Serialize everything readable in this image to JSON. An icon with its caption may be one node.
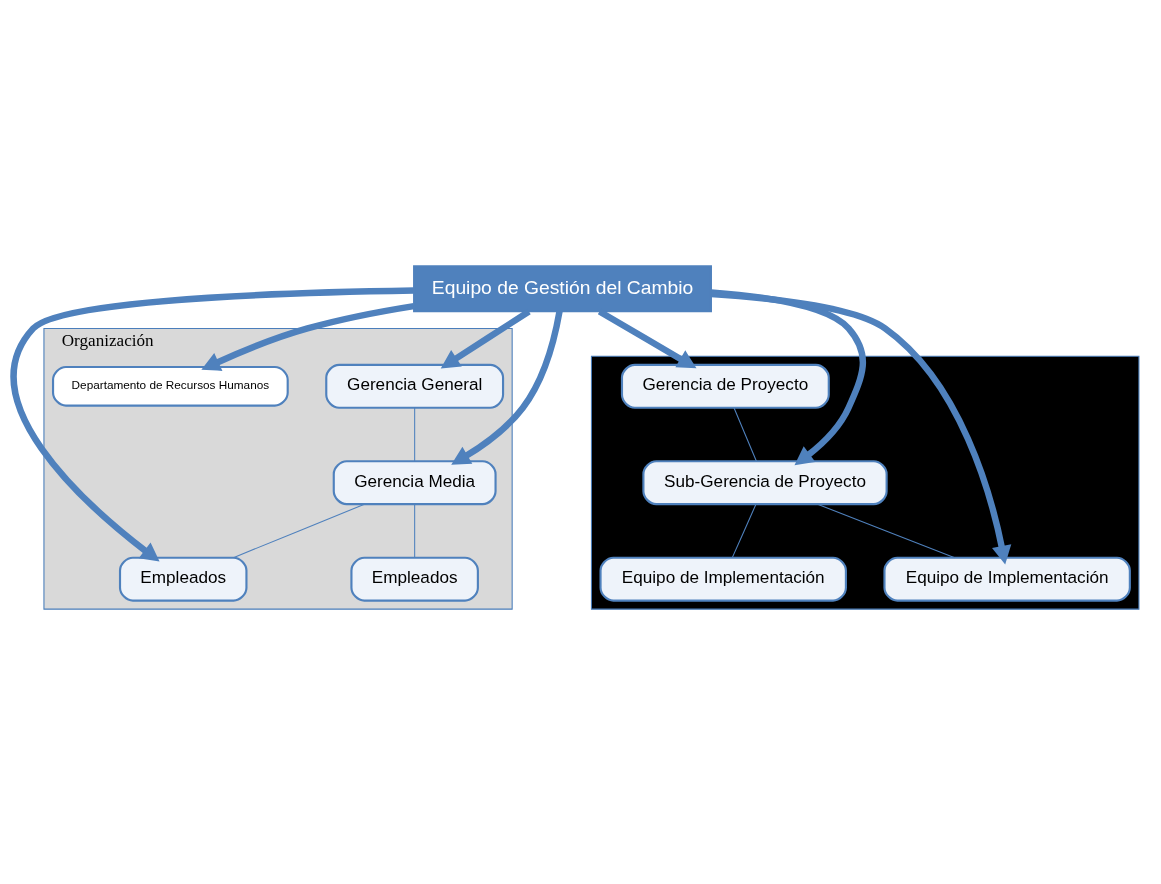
{
  "diagram": {
    "nodes": [
      {
        "text": [
          "Organización"
        ]
      },
      {
        "text": [
          "Equipo de Gestión del Cambio"
        ]
      },
      {
        "text": [
          "Gerencia General"
        ],
        "in": 0
      },
      {
        "text": [
          "Gerencia Media"
        ],
        "in": 0
      },
      {
        "text": [
          "Empleados"
        ],
        "in": 0
      },
      {
        "text": [
          "Empleados"
        ],
        "in": 0
      },
      {
        "text": [
          "Departamento de Recursos Humanos"
        ],
        "in": 0
      },
      {
        "text": [],
        "shape": "box"
      },
      {
        "text": [
          "Gerencia de Proyecto"
        ],
        "in": 7
      },
      {
        "text": [
          "Sub-Gerencia de Proyecto"
        ],
        "in": 7
      },
      {
        "text": [
          "Equipo de Implementación"
        ],
        "in": 7
      },
      {
        "text": [
          "Equipo de Implementación"
        ],
        "in": 7
      }
    ],
    "edges": [
      {
        "from": 1,
        "to": 2,
        "arrow": "to"
      },
      {
        "from": 1,
        "to": 3,
        "arrow": "to"
      },
      {
        "from": 1,
        "to": 5,
        "arrow": "to"
      },
      {
        "from": 1,
        "to": 6,
        "arrow": "to"
      },
      {
        "from": 1,
        "to": 8,
        "arrow": "to"
      },
      {
        "from": 1,
        "to": 9,
        "arrow": "to"
      },
      {
        "from": 1,
        "to": 10,
        "arrow": "to"
      },
      {
        "from": 2,
        "to": 3,
        "arrow": "none"
      },
      {
        "from": 3,
        "to": 4,
        "arrow": "none"
      },
      {
        "from": 3,
        "to": 5,
        "arrow": "none"
      },
      {
        "from": 8,
        "to": 9,
        "arrow": "none"
      },
      {
        "from": 9,
        "to": 10,
        "arrow": "none"
      },
      {
        "from": 9,
        "to": 11,
        "arrow": "none"
      }
    ]
  }
}
